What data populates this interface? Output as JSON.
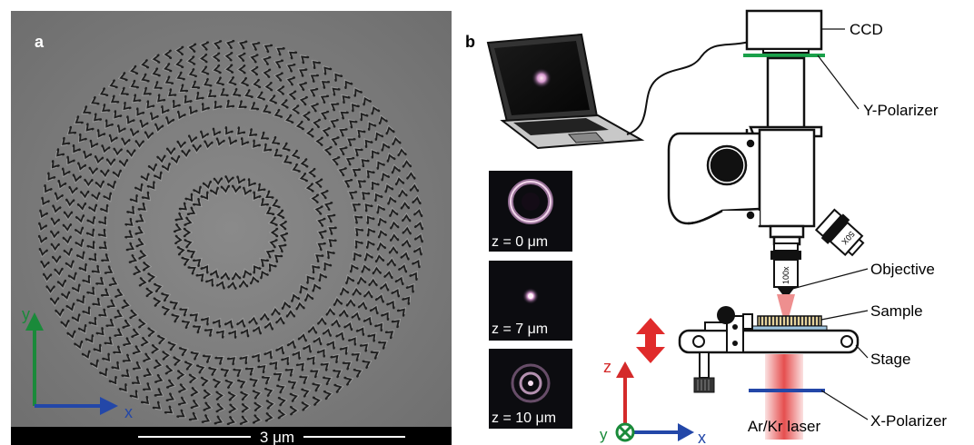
{
  "panel_a": {
    "label": "a",
    "scale_bar": "3 μm",
    "axes": {
      "y": "y",
      "x": "x"
    },
    "colors": {
      "y_axis": "#1a8a3a",
      "x_axis": "#2347a8"
    }
  },
  "panel_b": {
    "label": "b",
    "labels": {
      "ccd": "CCD",
      "y_polarizer": "Y-Polarizer",
      "objective": "Objective",
      "sample": "Sample",
      "stage": "Stage",
      "x_polarizer": "X-Polarizer",
      "laser": "Ar/Kr laser",
      "obj_100x": "100x",
      "obj_50x": "50X"
    },
    "insets": [
      {
        "z": "z = 0 μm"
      },
      {
        "z": "z = 7 μm"
      },
      {
        "z": "z = 10 μm"
      }
    ],
    "axes": {
      "z": "z",
      "y": "y",
      "x": "x"
    },
    "colors": {
      "z_axis": "#d42a2a",
      "y_axis": "#1a8a3a",
      "x_axis": "#2347a8",
      "laser": "#e23b3b",
      "y_polarizer_line": "#1aa04a",
      "x_polarizer_line": "#2347a8",
      "stage_arrow": "#e02b2b"
    }
  }
}
